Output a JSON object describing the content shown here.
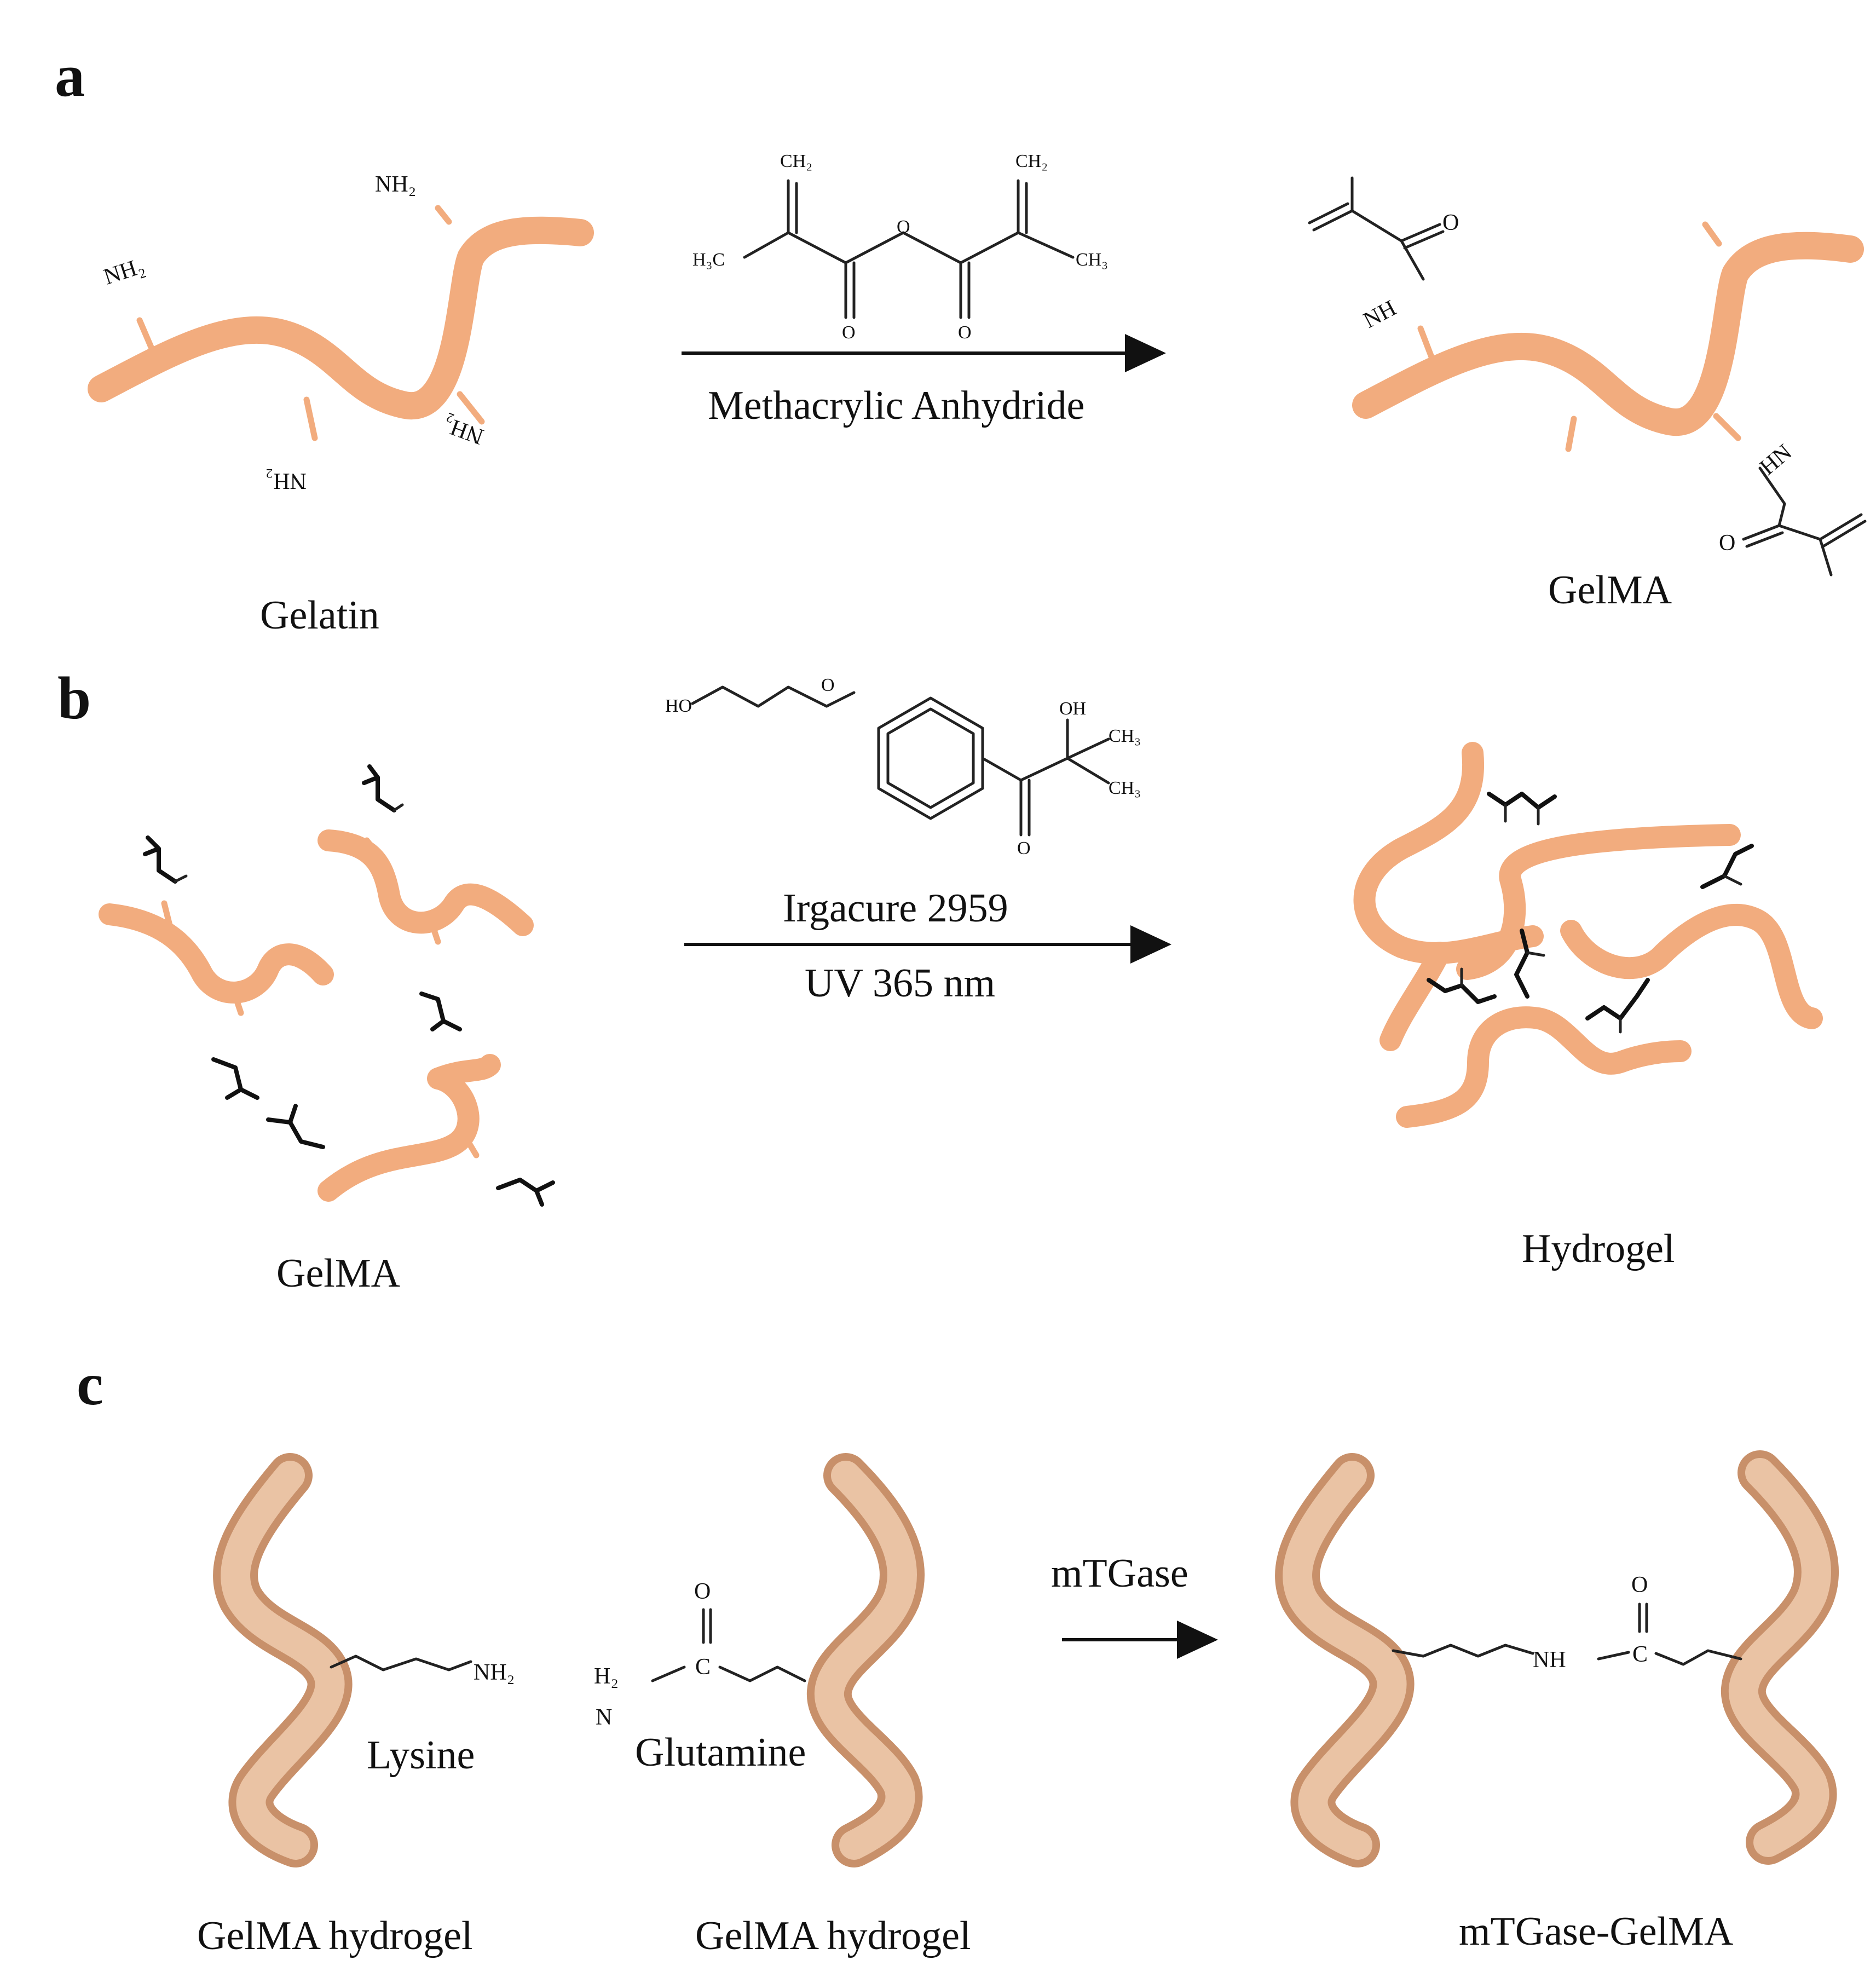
{
  "panels": {
    "a": {
      "letter": "a",
      "gelatin_label": "Gelatin",
      "amine_label": "NH₂",
      "amine_label_flipped": "NH₂",
      "reagent_label": "Methacrylic Anhydride",
      "reagent_atoms": {
        "ch2": "CH₂",
        "ch3": "CH₃",
        "h3c": "H₃C",
        "o": "O"
      },
      "product_label": "GelMA",
      "product_atoms": {
        "nh": "NH",
        "hn": "HN",
        "o": "O"
      }
    },
    "b": {
      "letter": "b",
      "reactant_label": "GelMA",
      "initiator_label": "Irgacure 2959",
      "condition_label": "UV 365 nm",
      "initiator_atoms": {
        "ho": "HO",
        "o": "O",
        "oh": "OH",
        "ch3": "CH₃"
      },
      "product_label": "Hydrogel"
    },
    "c": {
      "letter": "c",
      "enzyme_label": "mTGase",
      "left_chain_label": "GelMA hydrogel",
      "middle_chain_label": "GelMA hydrogel",
      "product_label": "mTGase-GelMA",
      "lysine_label": "Lysine",
      "glutamine_label": "Glutamine",
      "atoms": {
        "nh2": "NH₂",
        "h2": "H₂",
        "n": "N",
        "o": "O",
        "c": "C",
        "nh": "NH"
      }
    }
  },
  "colors": {
    "chain": "#f2ac7e",
    "ribbon": "#c8906a",
    "ribbon_highlight": "#eac3a4",
    "ink": "#111111"
  }
}
